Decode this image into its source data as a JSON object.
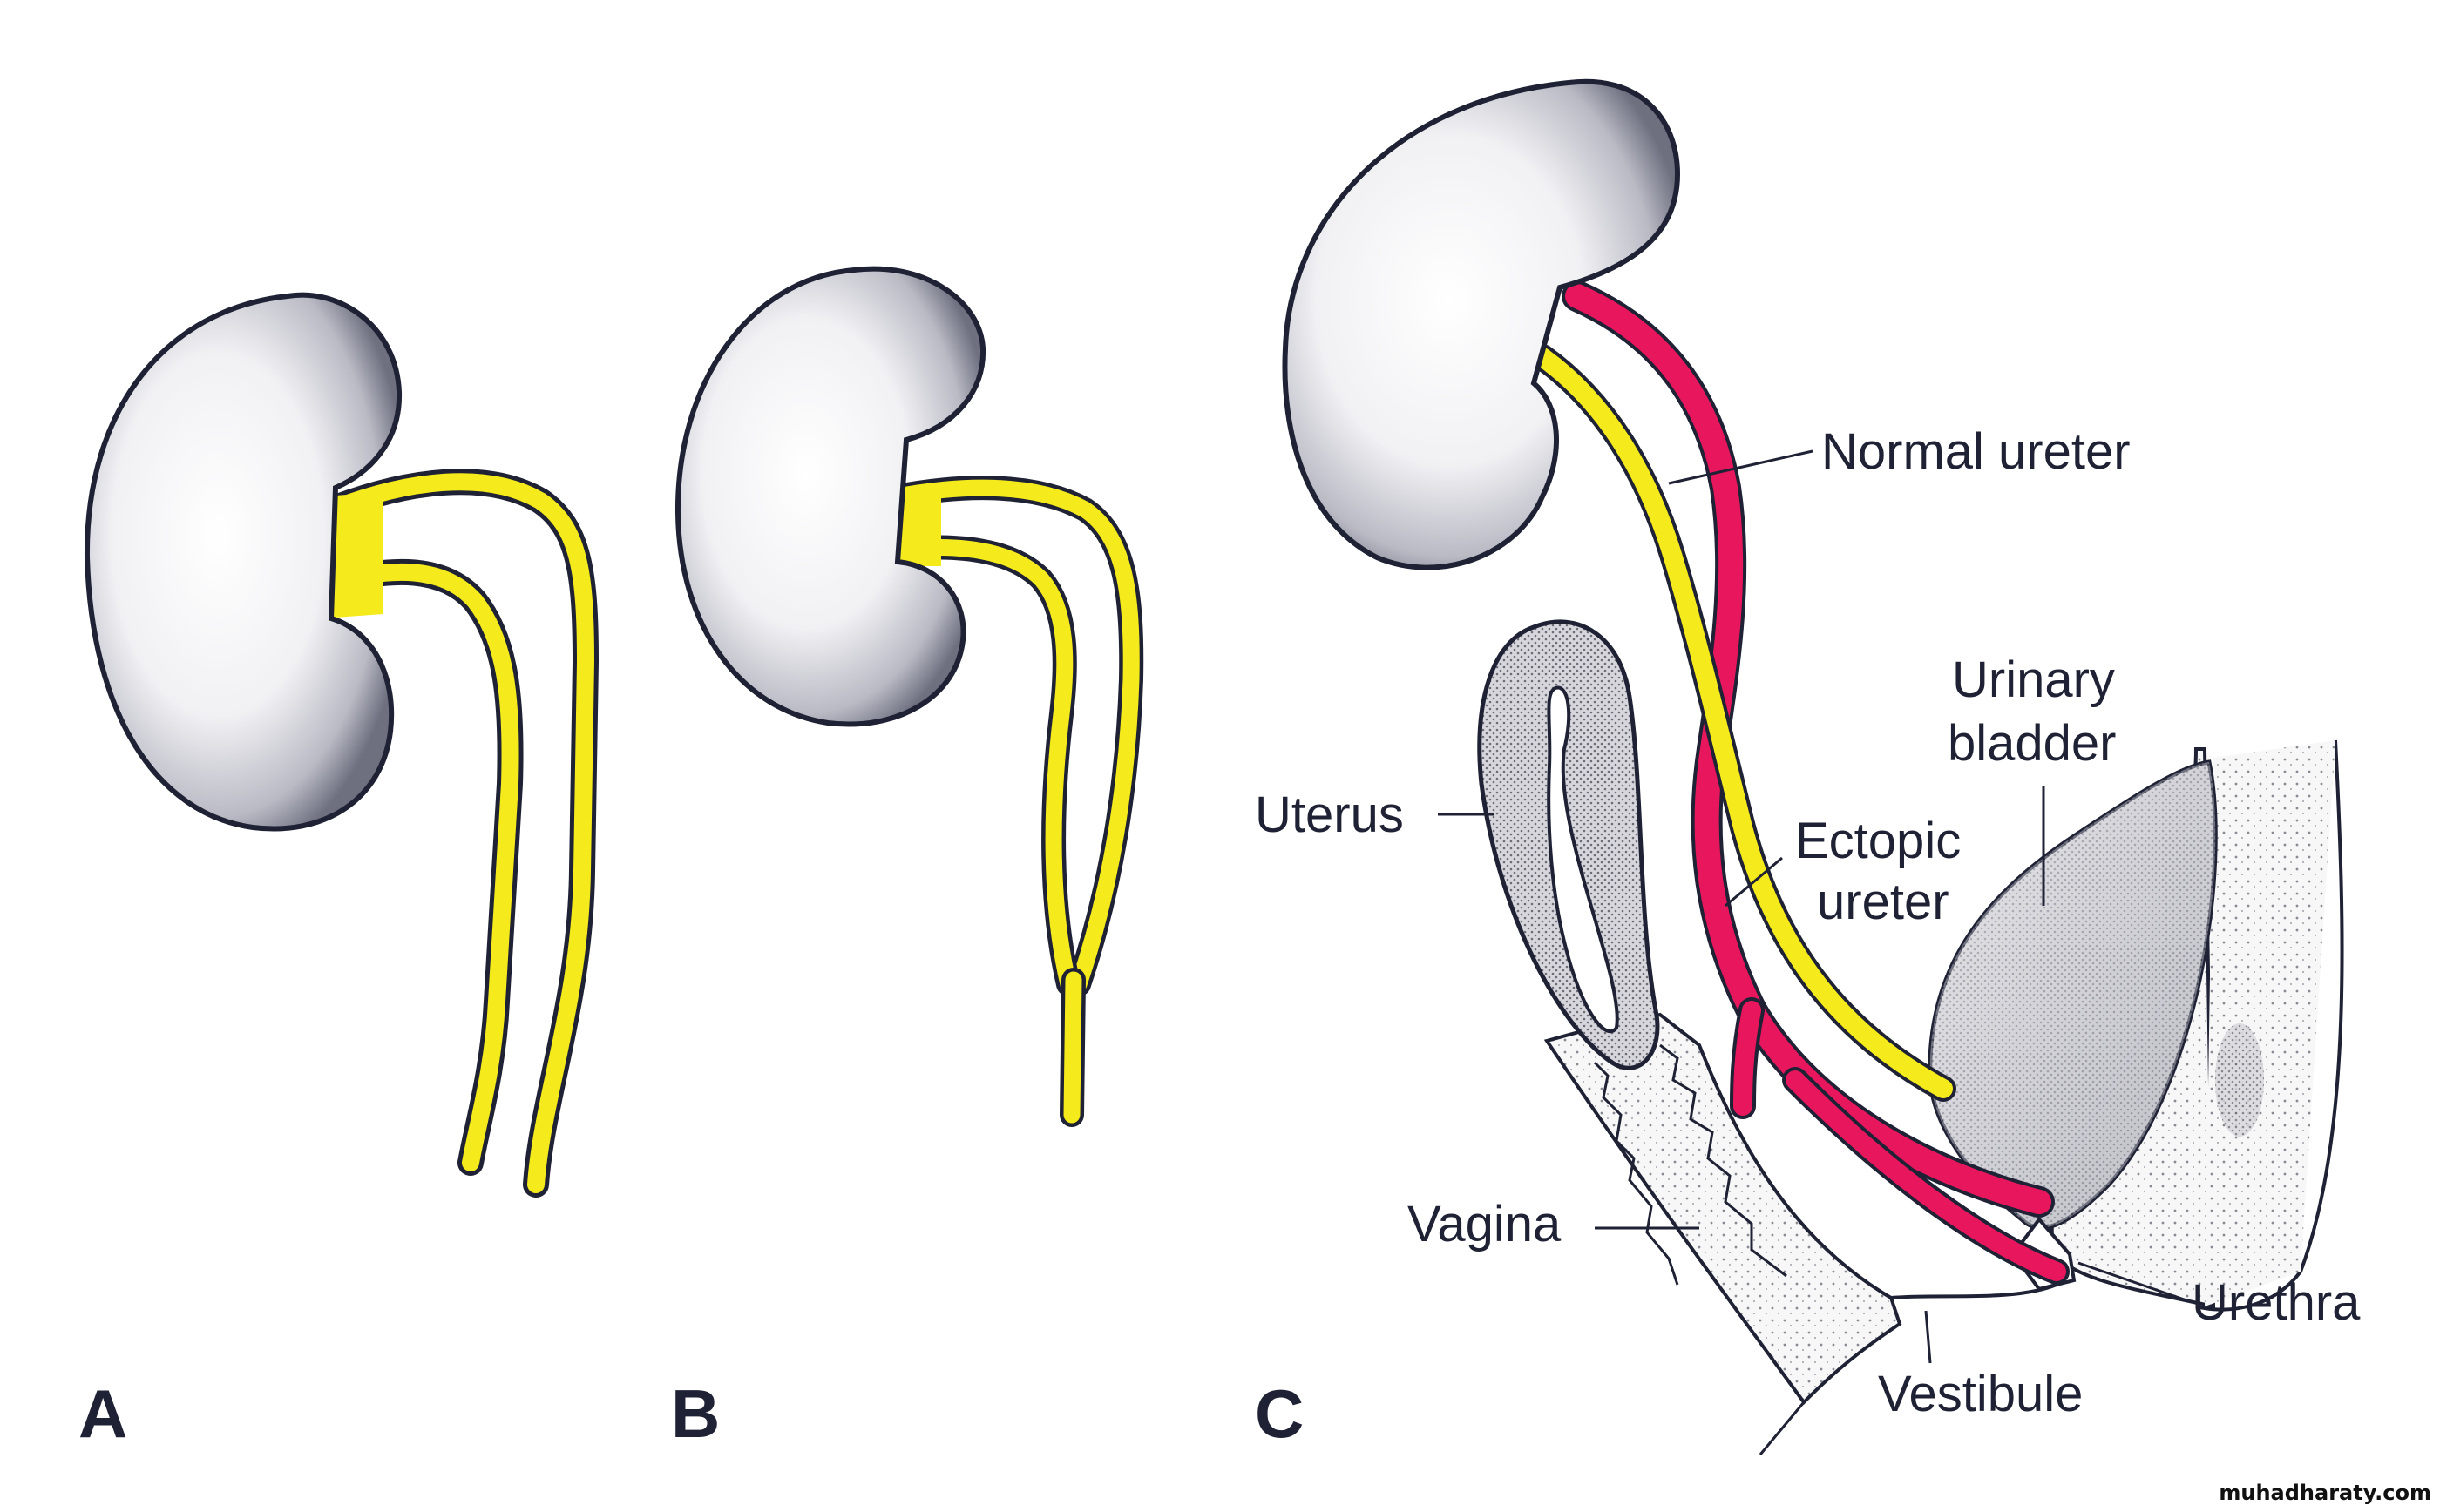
{
  "figure": {
    "panels": [
      {
        "id": "A",
        "label": "A",
        "description": "Kidney with bifid pelvis and two separate ureters"
      },
      {
        "id": "B",
        "label": "B",
        "description": "Kidney with partially duplicated ureter joining below"
      },
      {
        "id": "C",
        "label": "C",
        "description": "Duplex kidney with ectopic ureter opening into vestibule"
      }
    ],
    "labels": {
      "normal_ureter": "Normal ureter",
      "urinary_bladder_line1": "Urinary",
      "urinary_bladder_line2": "bladder",
      "uterus": "Uterus",
      "ectopic_ureter_line1": "Ectopic",
      "ectopic_ureter_line2": "ureter",
      "vagina": "Vagina",
      "urethra": "Urethra",
      "vestibule": "Vestibule"
    },
    "colors": {
      "normal_ureter": "#f4ea1c",
      "ectopic_ureter": "#e8175d",
      "outline": "#1f2235",
      "kidney_fill": "#e9e9ee",
      "tissue_fill": "#dcdce2"
    }
  },
  "watermark": "muhadharaty.com"
}
